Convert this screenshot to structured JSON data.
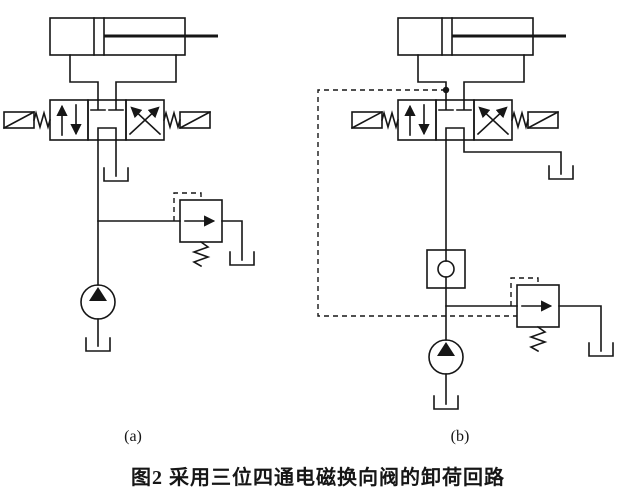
{
  "figure": {
    "label_a": "(a)",
    "label_b": "(b)",
    "caption": "图2 采用三位四通电磁换向阀的卸荷回路"
  },
  "colors": {
    "line": "#161616",
    "background": "#ffffff"
  },
  "components": {
    "circuit_a": [
      "hydraulic-cylinder",
      "three-position-four-way-solenoid-directional-valve",
      "relief-valve",
      "hydraulic-pump",
      "oil-tank"
    ],
    "circuit_b": [
      "hydraulic-cylinder",
      "three-position-four-way-solenoid-directional-valve",
      "check-valve",
      "relief-valve-remote-controlled",
      "hydraulic-pump",
      "oil-tank"
    ]
  }
}
